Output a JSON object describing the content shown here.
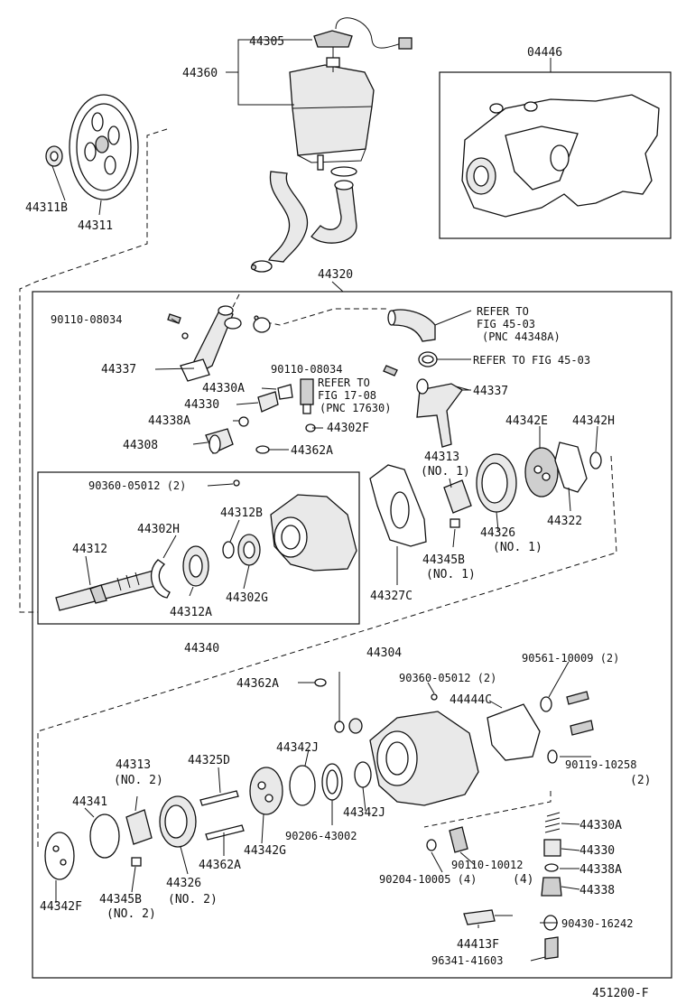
{
  "diagram_id": "451200-F",
  "assembly_labels": {
    "reservoir_cap": "44305",
    "reservoir": "44360",
    "pump_assy": "44320",
    "housing_sub": "04446",
    "pulley_nut": "44311B",
    "pulley": "44311",
    "shaft_sub_assy": "44340",
    "body_assy": "44304"
  },
  "refer_notes": {
    "hose_ref_line1": "REFER TO",
    "hose_ref_line2": "FIG 45-03",
    "hose_ref_line3": "(PNC 44348A)",
    "clamp_ref": "REFER TO FIG 45-03",
    "switch_ref_line1": "REFER TO",
    "switch_ref_line2": "FIG 17-08",
    "switch_ref_line3": "(PNC 17630)"
  },
  "parts": {
    "p_90110_08034_a": "90110-08034",
    "p_90110_08034_b": "90110-08034",
    "p_44337_left": "44337",
    "p_44337_right": "44337",
    "p_44330A_top": "44330A",
    "p_44330_top": "44330",
    "p_44338A_top": "44338A",
    "p_44308": "44308",
    "p_44302F": "44302F",
    "p_44362A_top": "44362A",
    "p_44313_top": "44313",
    "p_no1_a": "(NO. 1)",
    "p_44342E": "44342E",
    "p_44342H": "44342H",
    "p_90360_05012_a": "90360-05012 (2)",
    "p_44312B": "44312B",
    "p_44302H": "44302H",
    "p_44312": "44312",
    "p_44302G": "44302G",
    "p_44312A": "44312A",
    "p_44327C": "44327C",
    "p_44345B_top": "44345B",
    "p_no1_b": "(NO. 1)",
    "p_44326_top": "44326",
    "p_no1_c": "(NO. 1)",
    "p_44322": "44322",
    "p_90561_10009": "90561-10009 (2)",
    "p_44362A_mid": "44362A",
    "p_90360_05012_b": "90360-05012 (2)",
    "p_44444C": "44444C",
    "p_44313_bot": "44313",
    "p_no2_a": "(NO. 2)",
    "p_44325D": "44325D",
    "p_44342J_a": "44342J",
    "p_44341": "44341",
    "p_90119_10258": "90119-10258",
    "p_2": "(2)",
    "p_44342J_b": "44342J",
    "p_90206_43002": "90206-43002",
    "p_44342G": "44342G",
    "p_44362A_bot": "44362A",
    "p_44330A_bot": "44330A",
    "p_44330_bot": "44330",
    "p_44338A_bot": "44338A",
    "p_44338": "44338",
    "p_90110_10012": "90110-10012",
    "p_90204_10005": "90204-10005 (4)",
    "p_4": "(4)",
    "p_44342F": "44342F",
    "p_44345B_bot": "44345B",
    "p_no2_b": "(NO. 2)",
    "p_44326_bot": "44326",
    "p_no2_c": "(NO. 2)",
    "p_90430_16242": "90430-16242",
    "p_44413F": "44413F",
    "p_96341_41603": "96341-41603"
  }
}
